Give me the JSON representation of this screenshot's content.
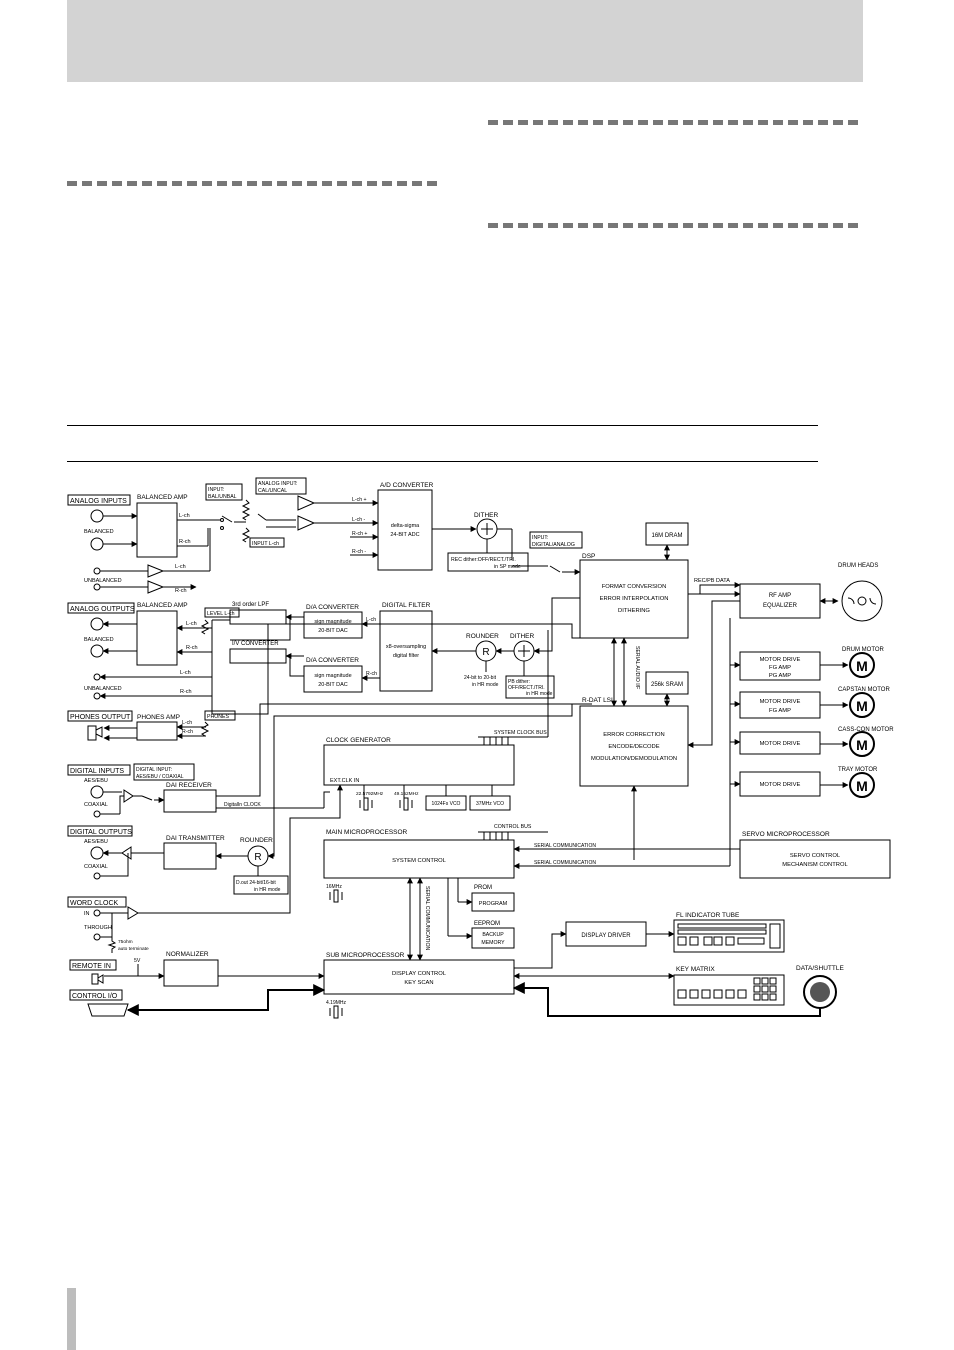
{
  "analog_inputs": {
    "title": "ANALOG INPUTS",
    "balanced": "BALANCED",
    "unbalanced": "UNBALANCED"
  },
  "balanced_amp_in": {
    "title": "BALANCED AMP",
    "lch": "L-ch",
    "rch": "R-ch"
  },
  "input_bal_unbal": {
    "line1": "INPUT:",
    "line2": "BAL/UNBAL"
  },
  "analog_input_cal": {
    "line1": "ANALOG INPUT:",
    "line2": "CAL/UNCAL"
  },
  "input_lch": "INPUT L-ch",
  "unbal_lch": "L-ch",
  "unbal_rch": "R-ch",
  "ad_converter": {
    "title": "A/D  CONVERTER",
    "line1": "delta-sigma",
    "line2": "24-BIT ADC",
    "lplus": "L-ch +",
    "lminus": "L-ch -",
    "rplus": "R-ch +",
    "rminus": "R-ch -"
  },
  "dither_top": {
    "title": "DITHER",
    "rec_line1": "REC dither:OFF/RECT./TRI.",
    "rec_line2": "in SP mode"
  },
  "input_digital_analog": {
    "line1": "INPUT:",
    "line2": "DIGITAL/ANALOG"
  },
  "dram": "16M DRAM",
  "dsp": {
    "title": "DSP",
    "line1": "FORMAT CONVERSION",
    "line2": "ERROR INTERPOLATION",
    "line3": "DITHERING"
  },
  "rec_pb_data": "REC/PB DATA",
  "rf_amp": {
    "line1": "RF AMP",
    "line2": "EQUALIZER"
  },
  "drum_heads": "DRUM HEADS",
  "analog_outputs": {
    "title": "ANALOG OUTPUTS",
    "balanced": "BALANCED",
    "unbalanced": "UNBALANCED",
    "lch": "L-ch",
    "rch": "R-ch"
  },
  "balanced_amp_out": {
    "title": "BALANCED AMP",
    "lch": "L-ch",
    "rch": "R-ch"
  },
  "level_lch": "LEVEL L-ch",
  "lpf": "3rd order LPF",
  "iv_converter": "I/V  CONVERTER",
  "da_converter1": {
    "title": "D/A  CONVERTER",
    "line1": "sign magnitude",
    "line2": "20-BIT DAC"
  },
  "da_converter2": {
    "title": "D/A  CONVERTER",
    "line1": "sign magnitude",
    "line2": "20-BIT DAC"
  },
  "digital_filter": {
    "title": "DIGITAL FILTER",
    "line1": "x8-oversampling",
    "line2": "digital filter",
    "lch": "L-ch",
    "rch": "R-ch"
  },
  "rounder_top": {
    "title": "ROUNDER",
    "symbol": "R",
    "line1": "24-bit to 20-bit",
    "line2": "in HR mode"
  },
  "dither_pb": {
    "title": "DITHER",
    "line1": "PB dither:",
    "line2": "OFF/RECT./TRI.",
    "line3": "in HR mode"
  },
  "serial_audio_if": "SERIAL AUDIO I/F",
  "sram": "256k SRAM",
  "rdat": {
    "title": "R-DAT LSI",
    "line1": "ERROR CORRECTION",
    "line2": "ENCODE/DECODE",
    "line3": "MODULATION/DEMODULATION"
  },
  "motors": {
    "drum": {
      "label": "DRUM MOTOR",
      "line1": "MOTOR DRIVE",
      "line2": "FG AMP",
      "line3": "PG AMP"
    },
    "capstan": {
      "label": "CAPSTAN MOTOR",
      "line1": "MOTOR DRIVE",
      "line2": "FG AMP"
    },
    "cass": {
      "label": "CASS-CON MOTOR",
      "line1": "MOTOR DRIVE"
    },
    "tray": {
      "label": "TRAY MOTOR",
      "line1": "MOTOR DRIVE"
    },
    "symbol": "M"
  },
  "phones": {
    "title": "PHONES OUTPUT",
    "amp": "PHONES AMP",
    "vol": "PHONES",
    "lch": "L-ch",
    "rch": "R-ch"
  },
  "clock_gen": {
    "title": "CLOCK  GENERATOR",
    "bus": "SYSTEM CLOCK BUS",
    "ext": "EXT.CLK IN",
    "x1": "22.5792MHz",
    "x2": "49.152MHz",
    "vco1": "1024Fs VCO",
    "vco2": "37MHz VCO"
  },
  "digital_inputs": {
    "title": "DIGITAL  INPUTS",
    "aes": "AES/EBU",
    "coax": "COAXIAL",
    "sel_line1": "DIGITAL INPUT:",
    "sel_line2": "AES/EBU / COAXIAL"
  },
  "dai_receiver": "DAI  RECEIVER",
  "digitalin_clock": "DigitalIn CLOCK",
  "digital_outputs": {
    "title": "DIGITAL OUTPUTS",
    "aes": "AES/EBU",
    "coax": "COAXIAL"
  },
  "dai_transmitter": "DAI TRANSMITTER",
  "rounder_bottom": {
    "title": "ROUNDER",
    "symbol": "R",
    "line1": "D.out 24-bit/16-bit",
    "line2": "in HR mode"
  },
  "main_micro": {
    "title": "MAIN  MICROPROCESSOR",
    "bus": "CONTROL BUS",
    "label": "SYSTEM CONTROL",
    "serial1": "SERIAL COMMUNICATION",
    "serial2": "SERIAL COMMUNICATION",
    "xtal": "16MHz"
  },
  "servo_micro": {
    "title": "SERVO  MICROPROCESSOR",
    "line1": "SERVO CONTROL",
    "line2": "MECHANISM CONTROL"
  },
  "word_clock": {
    "title": "WORD  CLOCK",
    "in": "IN",
    "through": "THROUGH",
    "term_line1": "75ohm",
    "term_line2": "auto terminate"
  },
  "prom": {
    "title": "PROM",
    "label": "PROGRAM"
  },
  "eeprom": {
    "title": "EEPROM",
    "line1": "BACKUP",
    "line2": "MEMORY"
  },
  "serial_comm_vertical": "SERIAL COMMUNICATION",
  "remote_in": {
    "title": "REMOTE  IN",
    "voltage": "5V"
  },
  "normalizer": "NORMALIZER",
  "sub_micro": {
    "title": "SUB  MICROPROCESSOR",
    "line1": "DISPLAY CONTROL",
    "line2": "KEY SCAN",
    "xtal": "4.19MHz"
  },
  "control_io": "CONTROL  I/O",
  "display_driver": "DISPLAY  DRIVER",
  "fl_tube": "FL INDICATOR TUBE",
  "key_matrix": "KEY MATRIX",
  "data_shuttle": "DATA/SHUTTLE"
}
